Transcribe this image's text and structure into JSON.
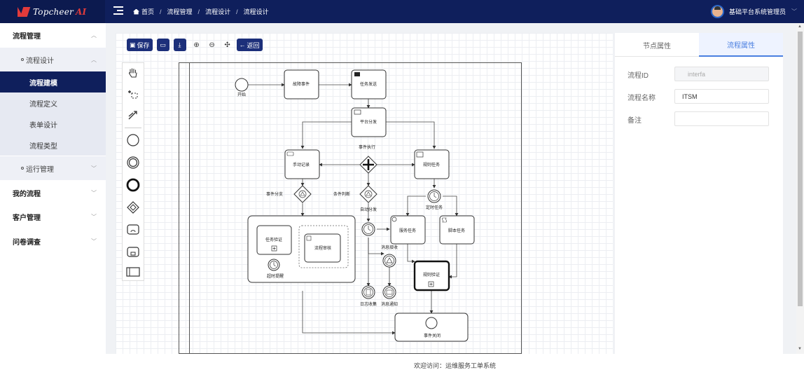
{
  "app": {
    "logo_text": "Topcheer",
    "logo_suffix": "AI"
  },
  "breadcrumb": {
    "home": "首页",
    "items": [
      "流程管理",
      "流程设计",
      "流程设计"
    ]
  },
  "user": {
    "name": "基础平台系统管理员"
  },
  "sidebar": {
    "groups": [
      {
        "label": "流程管理",
        "expanded": true
      },
      {
        "label": "我的流程"
      },
      {
        "label": "客户管理"
      },
      {
        "label": "问卷调查"
      }
    ],
    "sub_design": "流程设计",
    "sub_run": "运行管理",
    "leaves": [
      "流程建模",
      "流程定义",
      "表单设计",
      "流程类型"
    ],
    "active_leaf": "流程建模"
  },
  "toolbar": {
    "save_label": "保存",
    "back_label": "返回"
  },
  "diagram": {
    "labels": {
      "start": "开始",
      "fault": "故障事件",
      "notify": "任务发送",
      "platform": "平台分发",
      "event_gw": "事件执行",
      "manual": "手动记录",
      "rule": "规则任务",
      "evt_split": "事件分支",
      "cond": "条件判断",
      "timer": "定时任务",
      "auto_split": "自动分发",
      "service": "服务任务",
      "script": "脚本任务",
      "msg_recv": "消息接收",
      "task_verify": "任务验证",
      "flow_review": "流程审核",
      "timeout": "超时提醒",
      "rule_verify": "规则验证",
      "log_collect": "日志收集",
      "msg_notify": "消息通知",
      "end": "事件关闭"
    }
  },
  "props": {
    "tabs": [
      "节点属性",
      "流程属性"
    ],
    "active_tab": "流程属性",
    "fields": [
      {
        "label": "流程ID",
        "value": "interfa",
        "disabled": true
      },
      {
        "label": "流程名称",
        "value": "ITSM"
      },
      {
        "label": "备注",
        "value": ""
      }
    ]
  },
  "footer": {
    "text": "欢迎访问：运维服务工单系统"
  },
  "colors": {
    "brand": "#0f1f5c",
    "accent": "#4a7fe0",
    "logo_red": "#e23b3b"
  }
}
